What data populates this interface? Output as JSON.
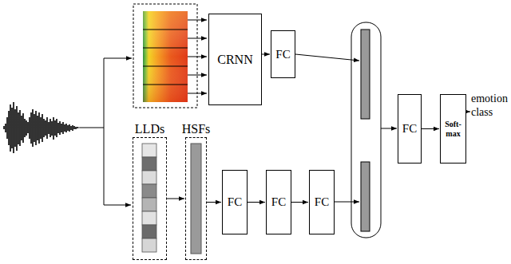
{
  "diagram": {
    "nodes": [
      {
        "text": [
          "CRNN"
        ]
      },
      {
        "text": [
          "FC"
        ]
      },
      {
        "text": [
          "LLDs"
        ]
      },
      {
        "text": [
          "HSFs"
        ]
      },
      {
        "text": [
          "FC"
        ]
      },
      {
        "text": [
          "FC"
        ]
      },
      {
        "text": [
          "FC"
        ]
      },
      {
        "text": [
          "FC"
        ]
      },
      {
        "text": [
          "Soft- max"
        ]
      }
    ],
    "edges": [
      {
        "from": 0,
        "to": 1,
        "arrow": "to"
      },
      {
        "from": 2,
        "to": 3,
        "arrow": "to"
      },
      {
        "from": 3,
        "to": 4,
        "arrow": "to"
      },
      {
        "from": 4,
        "to": 5,
        "arrow": "to"
      },
      {
        "from": 5,
        "to": 6,
        "arrow": "to"
      },
      {
        "from": 7,
        "to": 8,
        "arrow": "to"
      }
    ],
    "labels": [
      "emotion class"
    ]
  }
}
